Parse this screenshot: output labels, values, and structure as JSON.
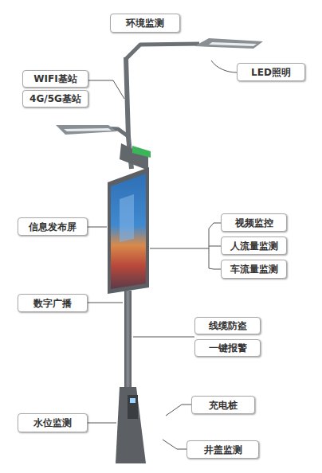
{
  "diagram": {
    "nodes": [
      {
        "text": [
          "环境监测"
        ]
      },
      {
        "text": [
          "LED照明"
        ]
      },
      {
        "text": [
          "WIFI基站"
        ]
      },
      {
        "text": [
          "4G/5G基站"
        ]
      },
      {
        "text": [
          "视频监控"
        ]
      },
      {
        "text": [
          "信息发布屏"
        ]
      },
      {
        "text": [
          "人流量监测"
        ]
      },
      {
        "text": [
          "车流量监测"
        ]
      },
      {
        "text": [
          "数字广播"
        ]
      },
      {
        "text": [
          "线缆防盗"
        ]
      },
      {
        "text": [
          "一键报警"
        ]
      },
      {
        "text": [
          "充电桩"
        ]
      },
      {
        "text": [
          "水位监测"
        ]
      },
      {
        "text": [
          "井盖监测"
        ]
      }
    ]
  }
}
